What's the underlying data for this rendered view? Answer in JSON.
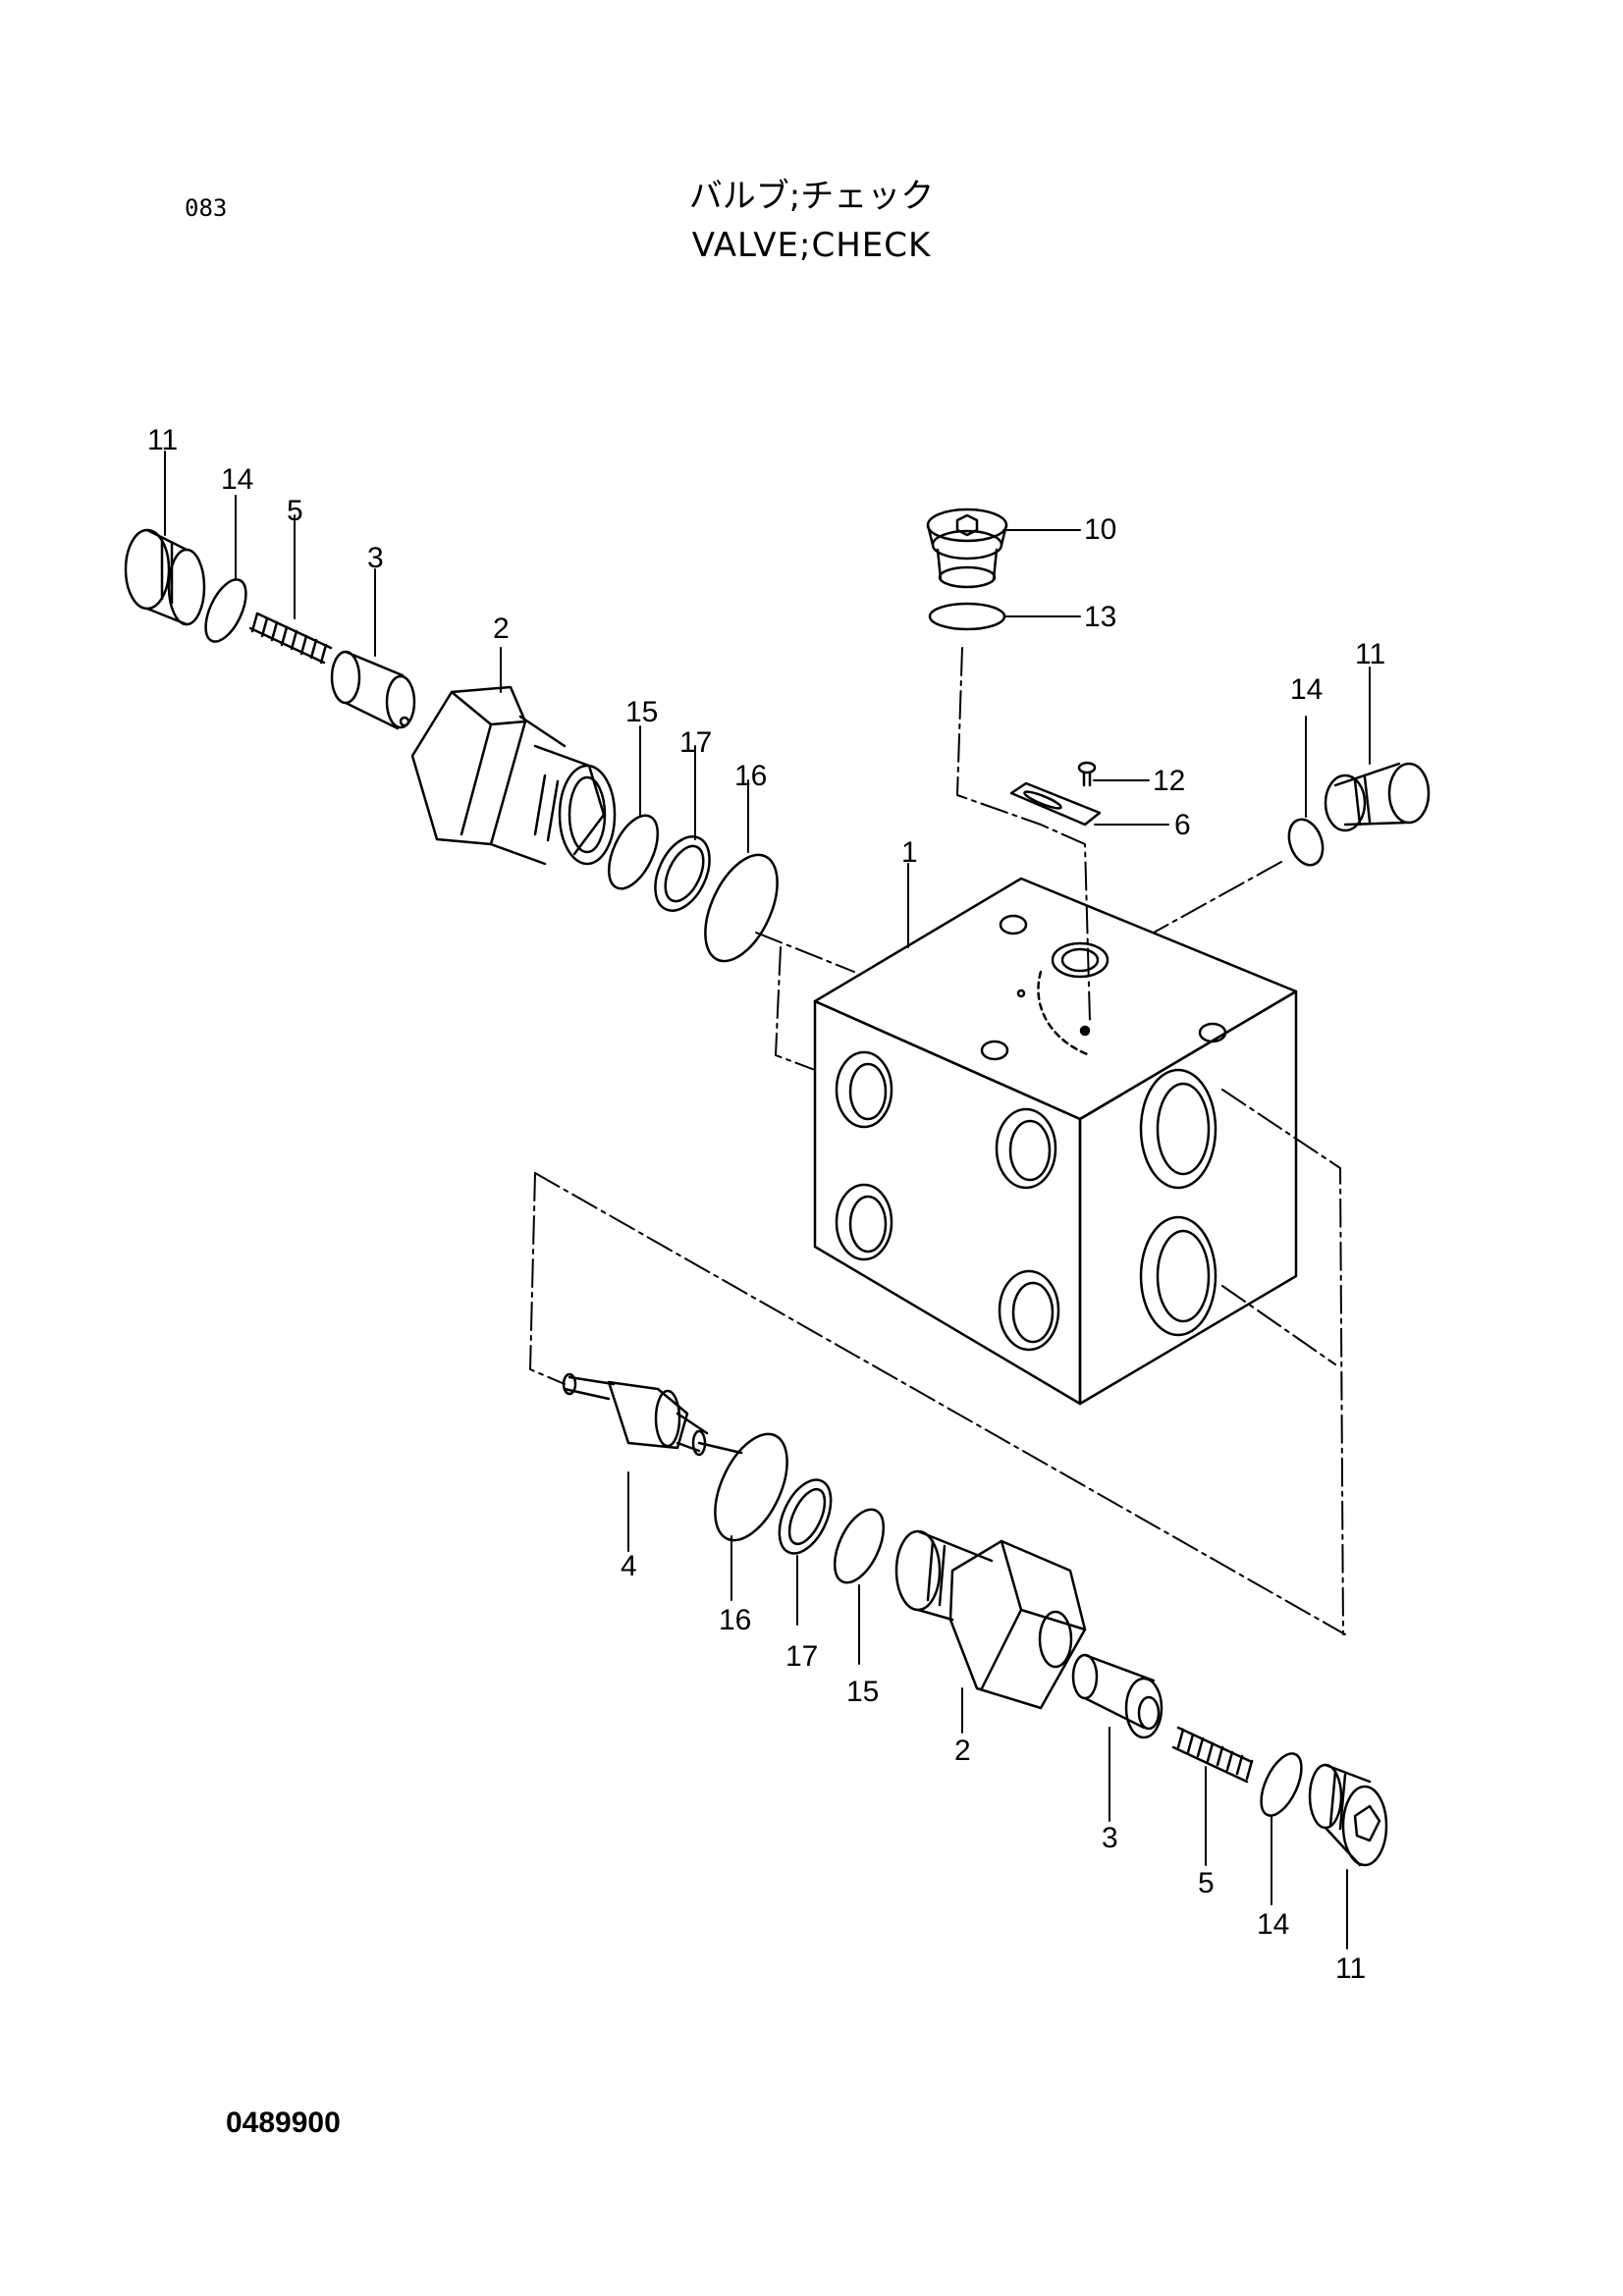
{
  "header": {
    "page_number": "083",
    "title_jp": "バルブ;チェック",
    "title_en": "VALVE;CHECK"
  },
  "footer": {
    "drawing_number": "0489900"
  },
  "callouts": {
    "c1": "1",
    "c2_top": "2",
    "c2_bottom": "2",
    "c3_top": "3",
    "c3_bottom": "3",
    "c4": "4",
    "c5_top": "5",
    "c5_bottom": "5",
    "c6": "6",
    "c10": "10",
    "c11_topleft": "11",
    "c11_right": "11",
    "c11_bottom": "11",
    "c12": "12",
    "c13": "13",
    "c14_topleft": "14",
    "c14_right": "14",
    "c14_bottom": "14",
    "c15_top": "15",
    "c15_bottom": "15",
    "c16_top": "16",
    "c16_bottom": "16",
    "c17_top": "17",
    "c17_bottom": "17"
  }
}
